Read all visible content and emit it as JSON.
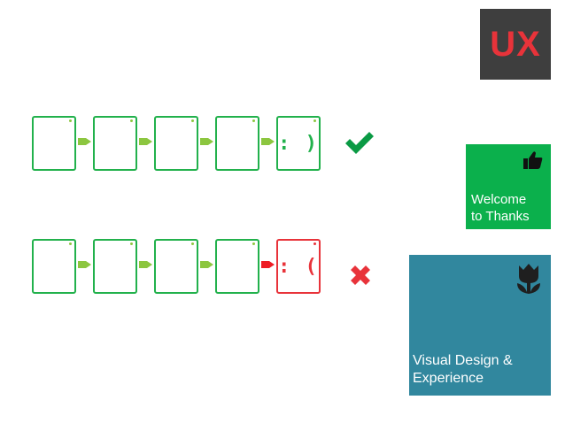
{
  "logo": {
    "text": "UX",
    "bg": "#3e3e3e",
    "color": "#e8333a"
  },
  "flows": [
    {
      "status": "success",
      "final_face": ": )",
      "result_icon": "check-icon",
      "arrow_colors": [
        "#8cc63f",
        "#8cc63f",
        "#8cc63f",
        "#8cc63f"
      ],
      "card_color": "#22b14c",
      "result_color": "#0a9a44"
    },
    {
      "status": "failure",
      "final_face": ": (",
      "result_icon": "cross-icon",
      "arrow_colors": [
        "#8cc63f",
        "#8cc63f",
        "#8cc63f",
        "#ee1c24"
      ],
      "card_color": "#22b14c",
      "final_card_color": "#e8333a",
      "result_color": "#e8333a"
    }
  ],
  "tiles": {
    "welcome": {
      "line1": "Welcome",
      "line2": "to Thanks",
      "icon": "thumbs-up-icon",
      "bg": "#0bb04c"
    },
    "visual": {
      "line1": "Visual Design &",
      "line2": "Experience",
      "icon": "tulip-icon",
      "bg": "#31879e"
    }
  }
}
